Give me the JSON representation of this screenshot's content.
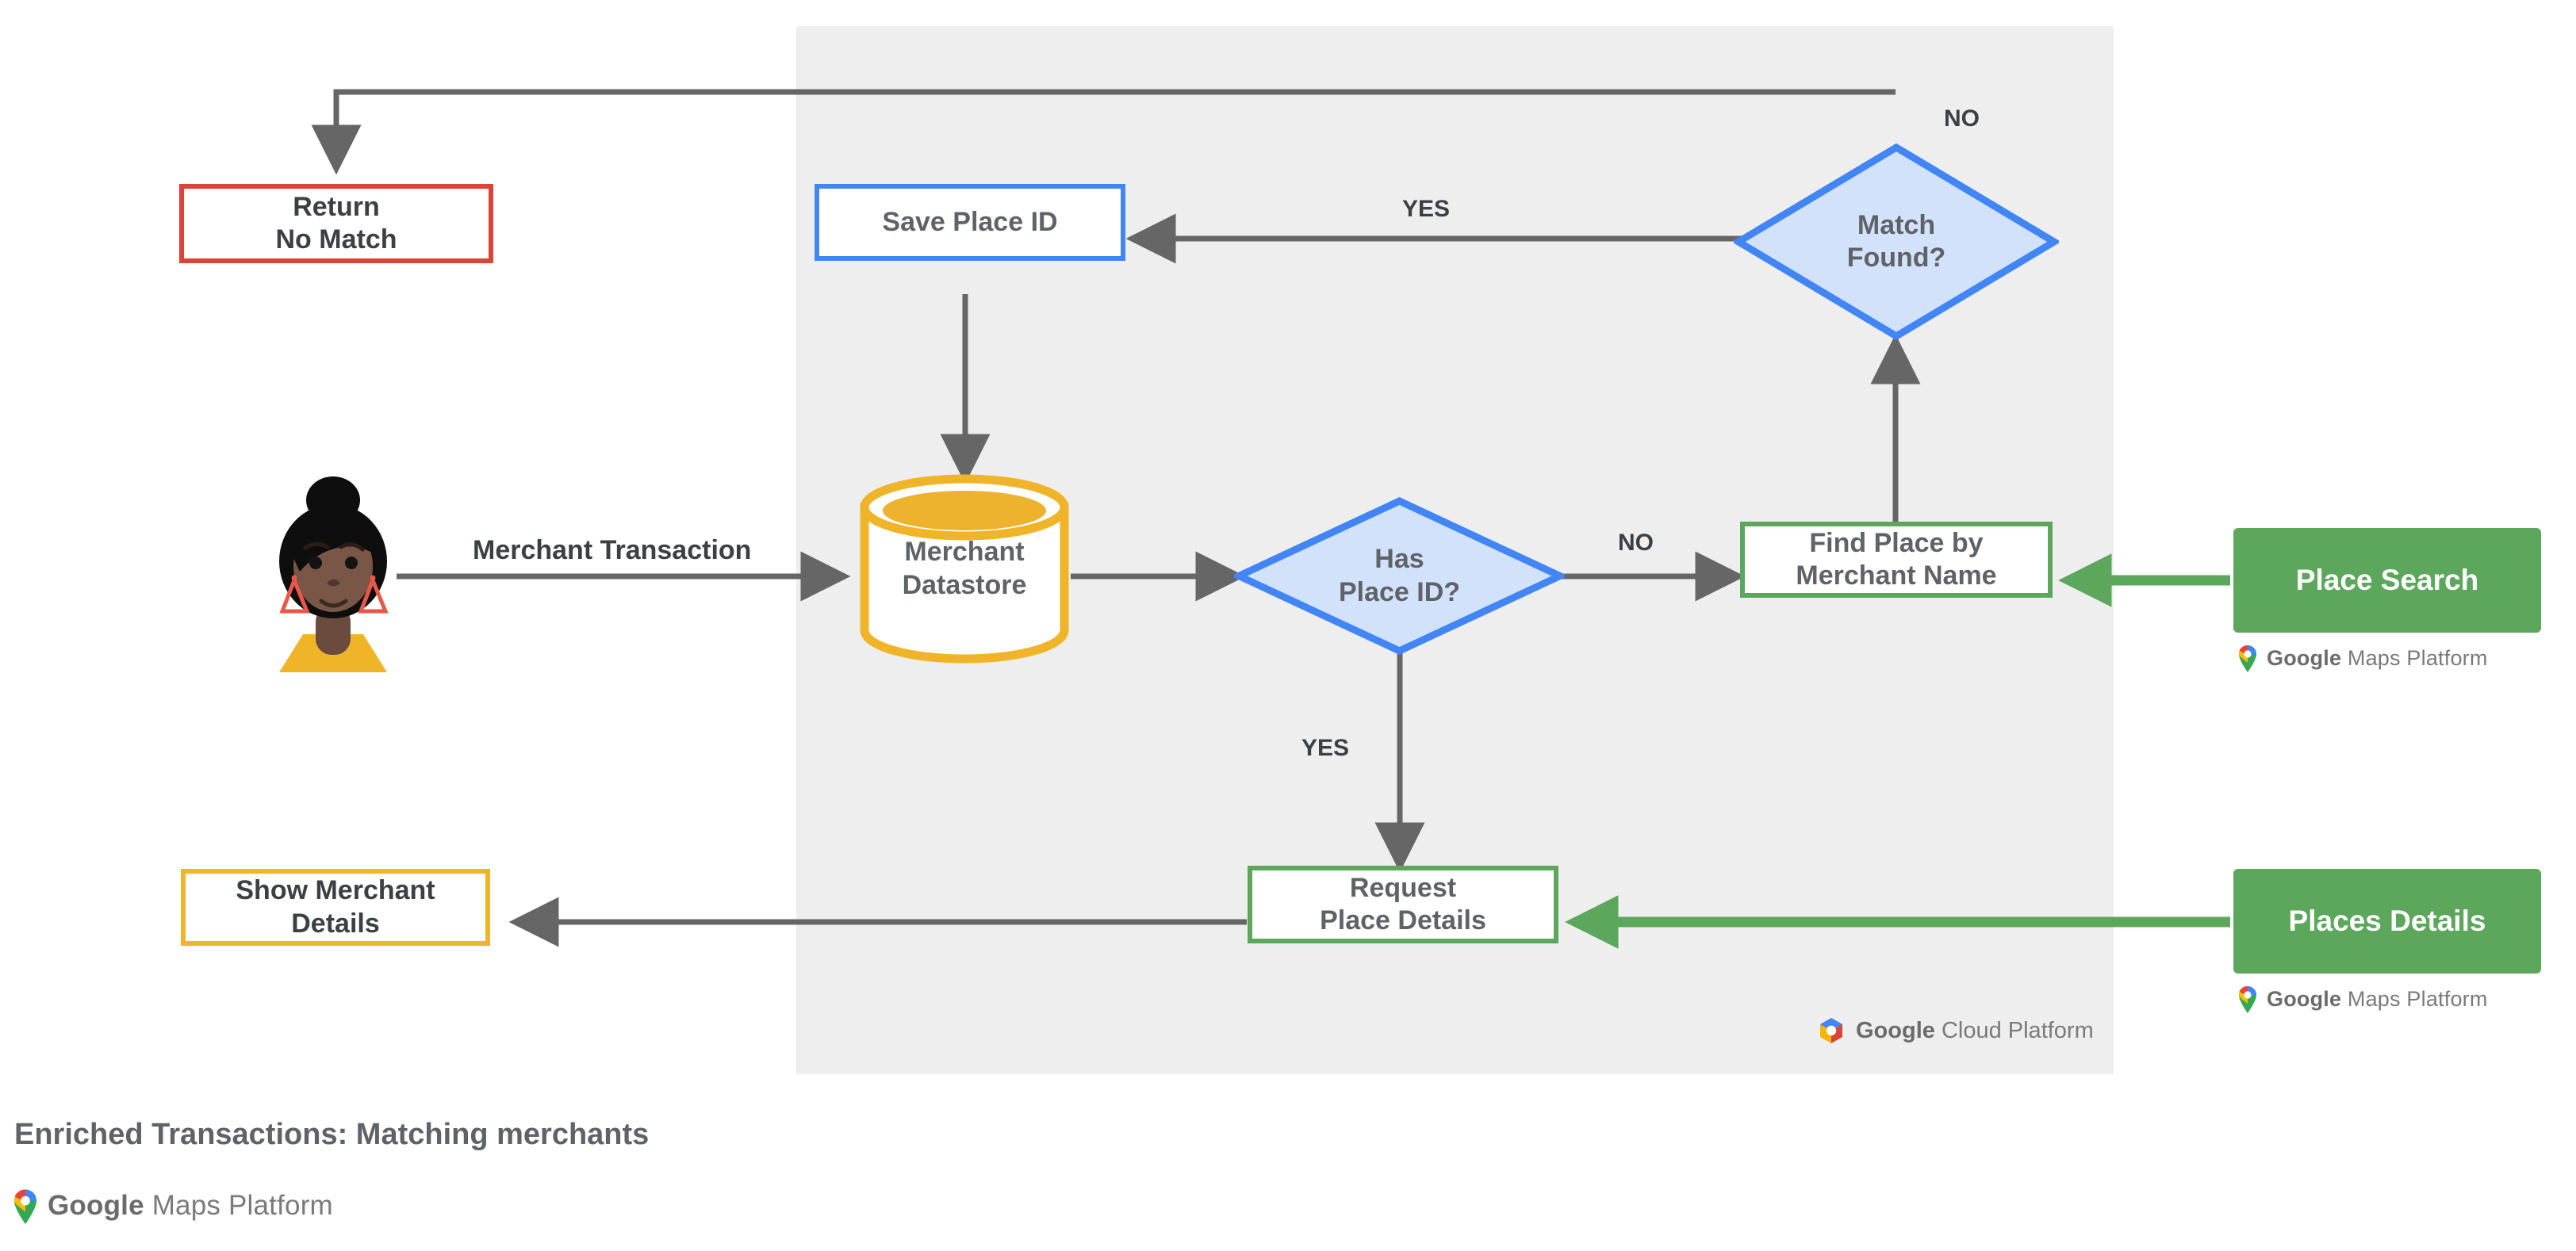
{
  "title": "Enriched Transactions: Matching merchants",
  "brand": {
    "maps_platform": "Google Maps Platform",
    "maps_platform_bold": "Google",
    "maps_platform_rest": " Maps Platform",
    "cloud_platform_bold": "Google",
    "cloud_platform_rest": " Cloud Platform"
  },
  "colors": {
    "panel_bg": "#EEEEEE",
    "blue": "#4285F4",
    "blue_fill": "#D3E2FB",
    "green": "#5CA75C",
    "yellow": "#F0B429",
    "yellow_fill": "#EDB32E",
    "red": "#DB4437",
    "arrow_gray": "#666666",
    "text_gray": "#5f6368"
  },
  "nodes": {
    "return_no_match": {
      "label": "Return\nNo Match",
      "shape": "process",
      "accent": "red"
    },
    "save_place_id": {
      "label": "Save Place ID",
      "shape": "process",
      "accent": "blue"
    },
    "merchant_datastore": {
      "label": "Merchant\nDatastore",
      "shape": "datastore",
      "accent": "yellow"
    },
    "has_place_id": {
      "label": "Has\nPlace ID?",
      "shape": "decision",
      "accent": "blue"
    },
    "match_found": {
      "label": "Match\nFound?",
      "shape": "decision",
      "accent": "blue"
    },
    "find_place_by_merchant_name": {
      "label": "Find Place by\nMerchant Name",
      "shape": "process",
      "accent": "green"
    },
    "request_place_details": {
      "label": "Request\nPlace Details",
      "shape": "process",
      "accent": "green"
    },
    "show_merchant_details": {
      "label": "Show Merchant\nDetails",
      "shape": "process",
      "accent": "yellow"
    },
    "place_search": {
      "label": "Place Search",
      "shape": "api-panel",
      "accent": "green"
    },
    "places_details": {
      "label": "Places Details",
      "shape": "api-panel",
      "accent": "green"
    }
  },
  "edge_labels": {
    "merchant_transaction": "Merchant Transaction",
    "has_place_id_yes": "YES",
    "has_place_id_no": "NO",
    "match_found_yes": "YES",
    "match_found_no": "NO"
  },
  "actor": {
    "name": "merchant-customer-avatar"
  }
}
